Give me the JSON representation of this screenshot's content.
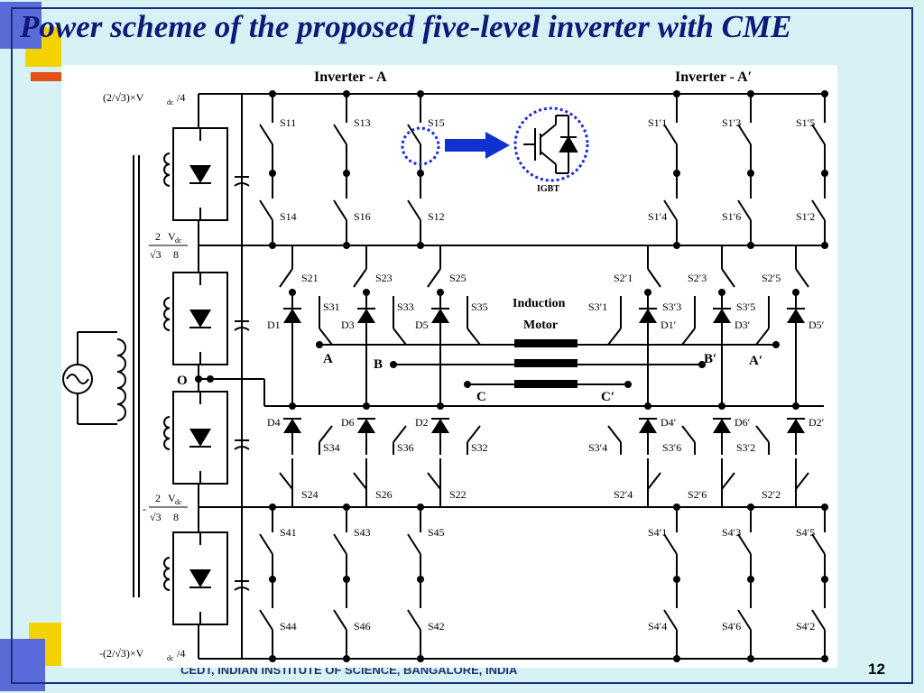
{
  "slide": {
    "title": "Power scheme of the proposed five-level inverter with CME",
    "footer": "CEDT, INDIAN INSTITUTE OF SCIENCE, BANGALORE, INDIA",
    "page_number": "12"
  },
  "colors": {
    "title": "#0c1a78",
    "background": "#d6f2f4",
    "accent_arrow": "#1030d0",
    "deco_yellow": "#f4d200",
    "deco_blue": "#5a6ad8"
  },
  "diagram": {
    "inverter_a": "Inverter - A",
    "inverter_a_prime": "Inverter - A′",
    "motor_label_1": "Induction",
    "motor_label_2": "Motor",
    "igbt": "IGBT",
    "node_o": "O",
    "phase_labels": {
      "a": "A",
      "b": "B",
      "c": "C",
      "a_prime": "A′",
      "b_prime": "B′",
      "c_prime": "C′"
    },
    "voltage_labels": {
      "top": "(2/√3)×V",
      "top_sub": "dc",
      "top_tail": "/4",
      "upper_num": "2",
      "upper_vdc": "V",
      "upper_sqrt": "√3",
      "upper_den": "8",
      "lower_num": "2",
      "lower_vdc": "V",
      "lower_sqrt": "√3",
      "lower_den": "8",
      "lower_minus": "-",
      "bottom": "-(2/√3)×V",
      "bottom_sub": "dc",
      "bottom_tail": "/4"
    },
    "switches_a": {
      "top": [
        "S11",
        "S13",
        "S15"
      ],
      "top_lower": [
        "S14",
        "S16",
        "S12"
      ],
      "mid_upper": [
        "S21",
        "S23",
        "S25"
      ],
      "mid_inner_upper": [
        "S31",
        "S33",
        "S35"
      ],
      "mid_inner_lower": [
        "S34",
        "S36",
        "S32"
      ],
      "mid_lower": [
        "S24",
        "S26",
        "S22"
      ],
      "bottom_upper": [
        "S41",
        "S43",
        "S45"
      ],
      "bottom_lower": [
        "S44",
        "S46",
        "S42"
      ]
    },
    "switches_a_prime": {
      "top": [
        "S1′1",
        "S1′3",
        "S1′5"
      ],
      "top_lower": [
        "S1′4",
        "S1′6",
        "S1′2"
      ],
      "mid_upper": [
        "S2′1",
        "S2′3",
        "S2′5"
      ],
      "mid_inner_upper": [
        "S3′1",
        "S3′3",
        "S3′5"
      ],
      "mid_inner_lower": [
        "S3′4",
        "S3′6",
        "S3′2"
      ],
      "mid_lower": [
        "S2′4",
        "S2′6",
        "S2′2"
      ],
      "bottom_upper": [
        "S4′1",
        "S4′3",
        "S4′5"
      ],
      "bottom_lower": [
        "S4′4",
        "S4′6",
        "S4′2"
      ]
    },
    "diodes_a_upper": [
      "D1",
      "D3",
      "D5"
    ],
    "diodes_a_lower": [
      "D4",
      "D6",
      "D2"
    ],
    "diodes_a_prime_upper": [
      "D1′",
      "D3′",
      "D5′"
    ],
    "diodes_a_prime_lower": [
      "D4′",
      "D6′",
      "D2′"
    ]
  }
}
